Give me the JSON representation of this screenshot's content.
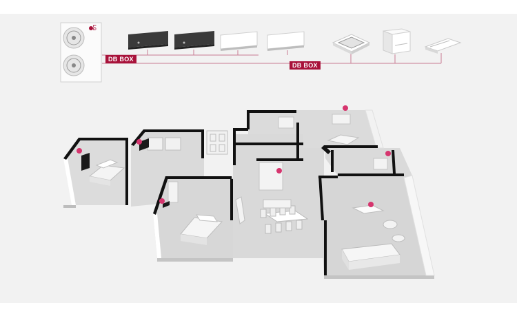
{
  "labels": {
    "db_box_left": "DB BOX",
    "db_box_right": "DB BOX",
    "outdoor_brand": "LG"
  },
  "colors": {
    "accent": "#a8123a",
    "marker": "#d6356e",
    "line": "#c87a93",
    "wall": "#111111",
    "floor": "#d9d9d9",
    "background": "#f2f2f2"
  },
  "units": [
    {
      "name": "outdoor-unit",
      "icon": "outdoor-unit-icon"
    },
    {
      "name": "wall-mounted-dark-1",
      "icon": "wall-ac-icon"
    },
    {
      "name": "wall-mounted-dark-2",
      "icon": "wall-ac-icon"
    },
    {
      "name": "wall-mounted-white-1",
      "icon": "wall-ac-icon"
    },
    {
      "name": "wall-mounted-white-2",
      "icon": "wall-ac-icon"
    },
    {
      "name": "ceiling-cassette",
      "icon": "cassette-icon"
    },
    {
      "name": "console",
      "icon": "console-icon"
    },
    {
      "name": "ceiling-suspended",
      "icon": "ceiling-icon"
    }
  ]
}
